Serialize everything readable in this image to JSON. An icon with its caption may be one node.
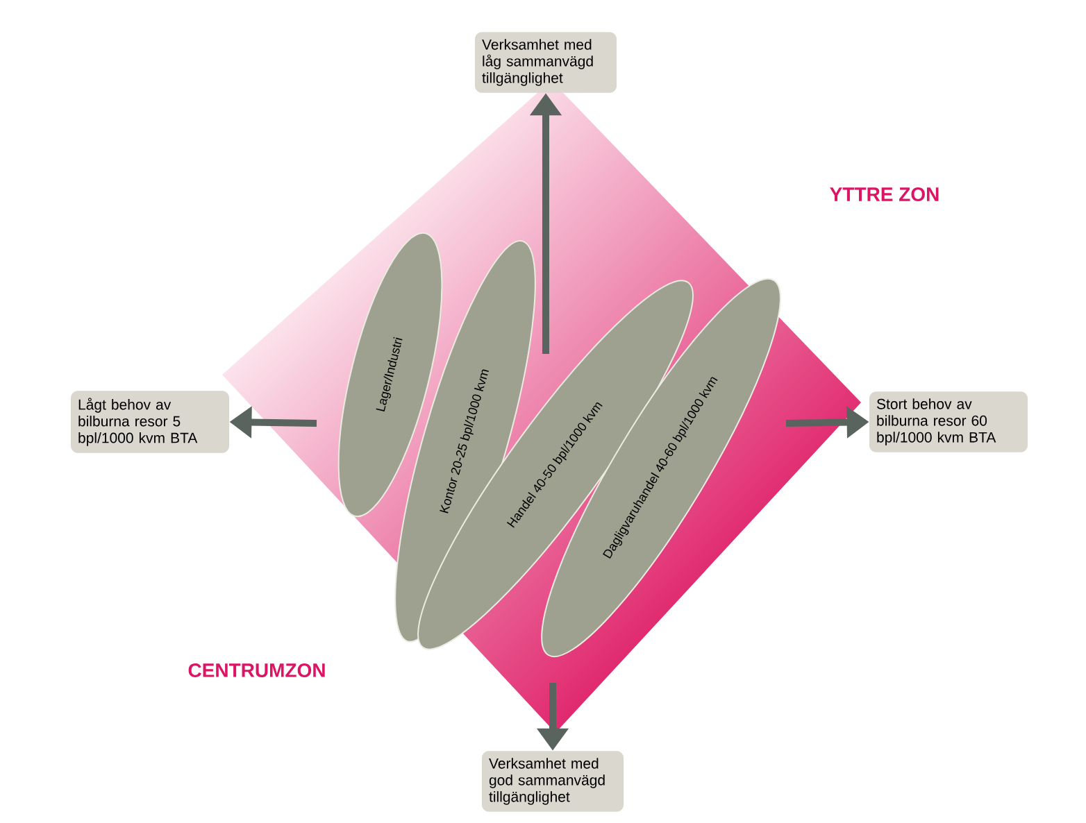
{
  "diagram": {
    "nodes": [
      {
        "text": [
          "Verksamhet med låg sammanvägd tillgänglighet"
        ]
      },
      {
        "text": [
          "Lågt behov av bilburna resor 5 bpl/1000 kvm BTA"
        ]
      },
      {
        "text": [
          "Lager/Industri"
        ]
      },
      {
        "text": [
          "Kontor 20-25 bpl/1000 kvm"
        ]
      },
      {
        "text": [
          "Handel 40-50 bpl/1000 kvm"
        ]
      },
      {
        "text": [
          "Dagligvaruhandel 40-60 bpl/1000 kvm"
        ]
      },
      {
        "text": [
          "Stort behov av bilburna resor 60 bpl/1000 kvm BTA"
        ]
      },
      {
        "text": [
          "Verksamhet med god sammanvägd tillgänglighet"
        ]
      }
    ],
    "edges": [
      {
        "from": null,
        "to": 0,
        "arrow": "to"
      },
      {
        "from": null,
        "to": 1,
        "arrow": "to"
      },
      {
        "from": null,
        "to": 6,
        "arrow": "to"
      },
      {
        "from": null,
        "to": 7,
        "arrow": "to"
      }
    ],
    "labels": [
      "YTTRE ZON",
      "CENTRUMZON"
    ]
  }
}
